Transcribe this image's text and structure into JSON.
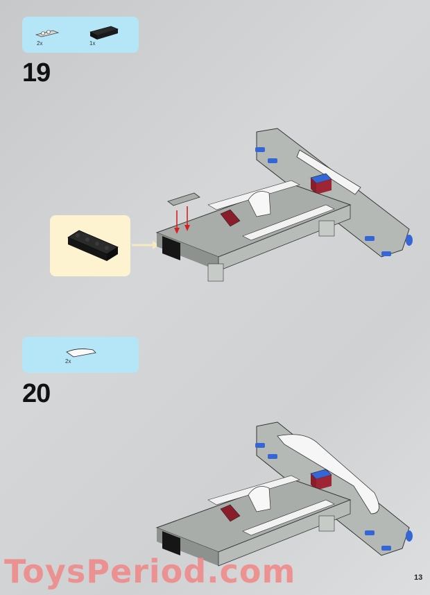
{
  "page": {
    "page_number": "13",
    "watermark": "ToysPeriod.com"
  },
  "steps": [
    {
      "number": "19",
      "parts": [
        {
          "name": "light-gray-plate-1x2-with-clip",
          "qty": "2x"
        },
        {
          "name": "black-brick-1x4-with-side-studs",
          "qty": "1x"
        }
      ],
      "subassembly": "black-brick-1x4"
    },
    {
      "number": "20",
      "parts": [
        {
          "name": "white-curved-slope",
          "qty": "2x"
        }
      ]
    }
  ],
  "colors": {
    "parts_box": "#b4e6f8",
    "subassembly_box": "#fdf3d1",
    "arrow": "#d62020",
    "watermark": "#f08a8a",
    "brick_gray": "#a9adaa",
    "brick_blue": "#2f5fd0",
    "brick_red": "#8a1d2a"
  }
}
